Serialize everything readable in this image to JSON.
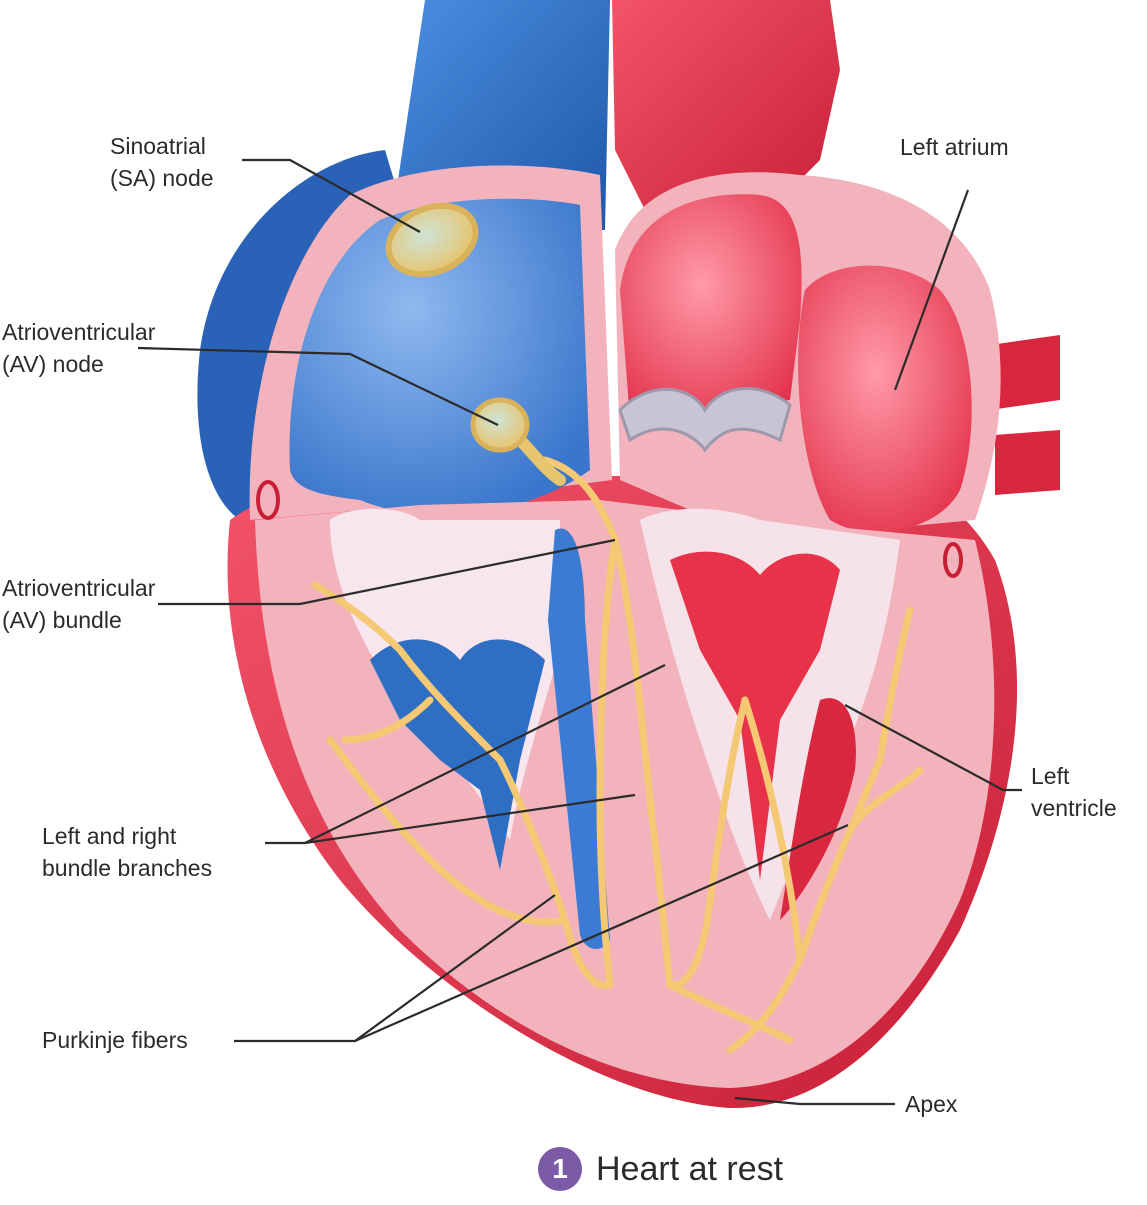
{
  "labels": {
    "sa_node": [
      "Sinoatrial",
      "(SA) node"
    ],
    "av_node": [
      "Atrioventricular",
      "(AV) node"
    ],
    "av_bundle": [
      "Atrioventricular",
      "(AV) bundle"
    ],
    "bundle_branches": [
      "Left and right",
      "bundle branches"
    ],
    "purkinje": [
      "Purkinje fibers"
    ],
    "left_atrium": [
      "Left atrium"
    ],
    "left_ventricle": [
      "Left",
      "ventricle"
    ],
    "apex": [
      "Apex"
    ]
  },
  "caption": {
    "step": "1",
    "text": "Heart at rest"
  },
  "colors": {
    "deoxygenated": "#2e6fc4",
    "oxygenated": "#e8324a",
    "myocardium": "#f2b3bd",
    "conduction": "#f5c873",
    "badge": "#7b5aa6"
  }
}
